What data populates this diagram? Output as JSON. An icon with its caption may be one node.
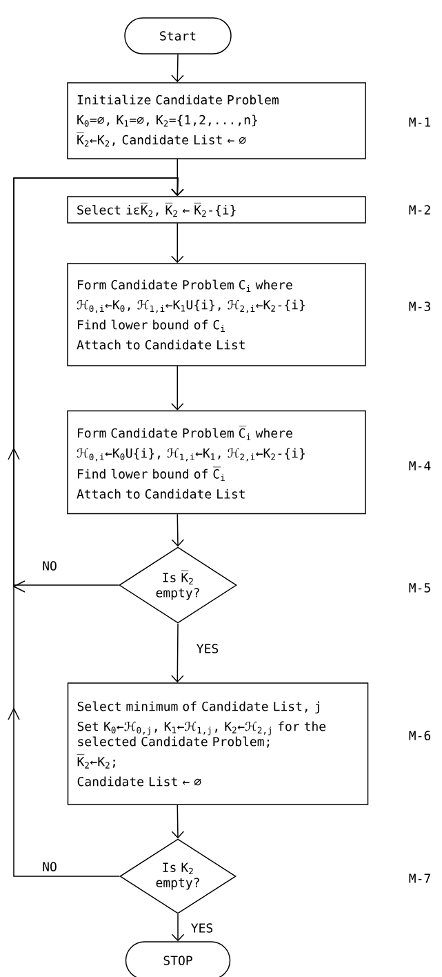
{
  "diagram": {
    "nodes": [
      {
        "text": [
          "Start"
        ]
      },
      {
        "text": [
          "Initialize Candidate Problem",
          "K$_{0}$=∅, K$_{1}$=∅, K$_{2}$={1,2,...,n}",
          "K̅$_{2}$←K$_{2}$, Candidate List ← ∅"
        ]
      },
      {
        "text": [
          "Select iεK̅$_{2}$, K̅$_{2}$ ← K̅$_{2}$-{i}"
        ]
      },
      {
        "text": [
          "Form Candidate Problem C$_{i}$ where",
          "ℋ$_{0,i}$←K$_{0}$, ℋ$_{1,i}$←K$_{1}$U{i}, ℋ$_{2,i}$←K$_{2}$-{i}",
          "Find lower bound of C$_{i}$",
          "Attach to Candidate List"
        ]
      },
      {
        "text": [
          "Form Candidate Problem C̅$_{i}$ where",
          "ℋ$_{0,i}$←K$_{0}$U{i}, ℋ$_{1,i}$←K$_{1}$, ℋ$_{2,i}$←K$_{2}$-{i}",
          "Find lower bound of C̅$_{i}$",
          "Attach to Candidate List"
        ]
      },
      {
        "text": [
          "Is K̅$_{2}$ empty?"
        ]
      },
      {
        "text": [
          "Select minimum of Candidate List, j",
          "Set K$_{0}$←ℋ$_{0,j}$, K$_{1}$←ℋ$_{1,j}$, K$_{2}$←ℋ$_{2,j}$ for the selected Candidate Problem;",
          "K̅$_{2}$←K$_{2}$;",
          "Candidate List ← ∅"
        ]
      },
      {
        "text": [
          "Is K$_{2}$ empty?"
        ]
      },
      {
        "text": [
          "STOP"
        ]
      }
    ],
    "edges": [
      {
        "from": 0,
        "to": 1,
        "arrow": "to"
      },
      {
        "from": 1,
        "to": 2,
        "arrow": "to"
      },
      {
        "from": 2,
        "to": 3,
        "arrow": "to"
      },
      {
        "from": 3,
        "to": 4,
        "arrow": "to"
      },
      {
        "from": 4,
        "to": 5,
        "arrow": "to"
      },
      {
        "from": 5,
        "to": 2,
        "arrow": "to",
        "label": "NO"
      },
      {
        "from": 5,
        "to": 6,
        "arrow": "to",
        "label": "YES"
      },
      {
        "from": 6,
        "to": 7,
        "arrow": "to"
      },
      {
        "from": 7,
        "to": 2,
        "arrow": "to",
        "label": "NO"
      },
      {
        "from": 7,
        "to": 8,
        "arrow": "to",
        "label": "YES"
      }
    ],
    "labels": [
      "M-1",
      "M-2",
      "M-3",
      "M-4",
      "M-5",
      "M-6",
      "M-7"
    ]
  }
}
